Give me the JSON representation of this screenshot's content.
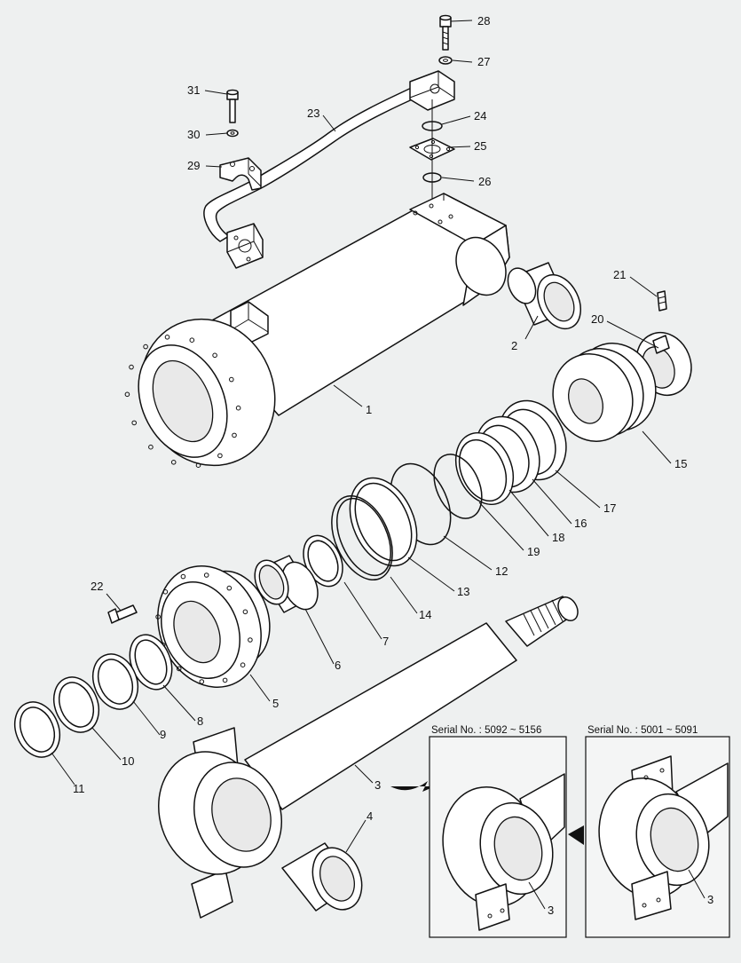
{
  "diagram": {
    "callouts": [
      {
        "id": "1",
        "label": "1"
      },
      {
        "id": "2",
        "label": "2"
      },
      {
        "id": "3",
        "label": "3"
      },
      {
        "id": "4",
        "label": "4"
      },
      {
        "id": "5",
        "label": "5"
      },
      {
        "id": "6",
        "label": "6"
      },
      {
        "id": "7",
        "label": "7"
      },
      {
        "id": "8",
        "label": "8"
      },
      {
        "id": "9",
        "label": "9"
      },
      {
        "id": "10",
        "label": "10"
      },
      {
        "id": "11",
        "label": "11"
      },
      {
        "id": "12",
        "label": "12"
      },
      {
        "id": "13",
        "label": "13"
      },
      {
        "id": "14",
        "label": "14"
      },
      {
        "id": "15",
        "label": "15"
      },
      {
        "id": "16",
        "label": "16"
      },
      {
        "id": "17",
        "label": "17"
      },
      {
        "id": "18",
        "label": "18"
      },
      {
        "id": "19",
        "label": "19"
      },
      {
        "id": "20",
        "label": "20"
      },
      {
        "id": "21",
        "label": "21"
      },
      {
        "id": "22",
        "label": "22"
      },
      {
        "id": "23",
        "label": "23"
      },
      {
        "id": "24",
        "label": "24"
      },
      {
        "id": "25",
        "label": "25"
      },
      {
        "id": "26",
        "label": "26"
      },
      {
        "id": "27",
        "label": "27"
      },
      {
        "id": "28",
        "label": "28"
      },
      {
        "id": "29",
        "label": "29"
      },
      {
        "id": "30",
        "label": "30"
      },
      {
        "id": "31",
        "label": "31"
      }
    ],
    "insets": [
      {
        "id": "inset-a",
        "title": "Serial No. : 5092 ~ 5156",
        "callout": "3"
      },
      {
        "id": "inset-b",
        "title": "Serial No. : 5001 ~ 5091",
        "callout": "3"
      }
    ]
  }
}
